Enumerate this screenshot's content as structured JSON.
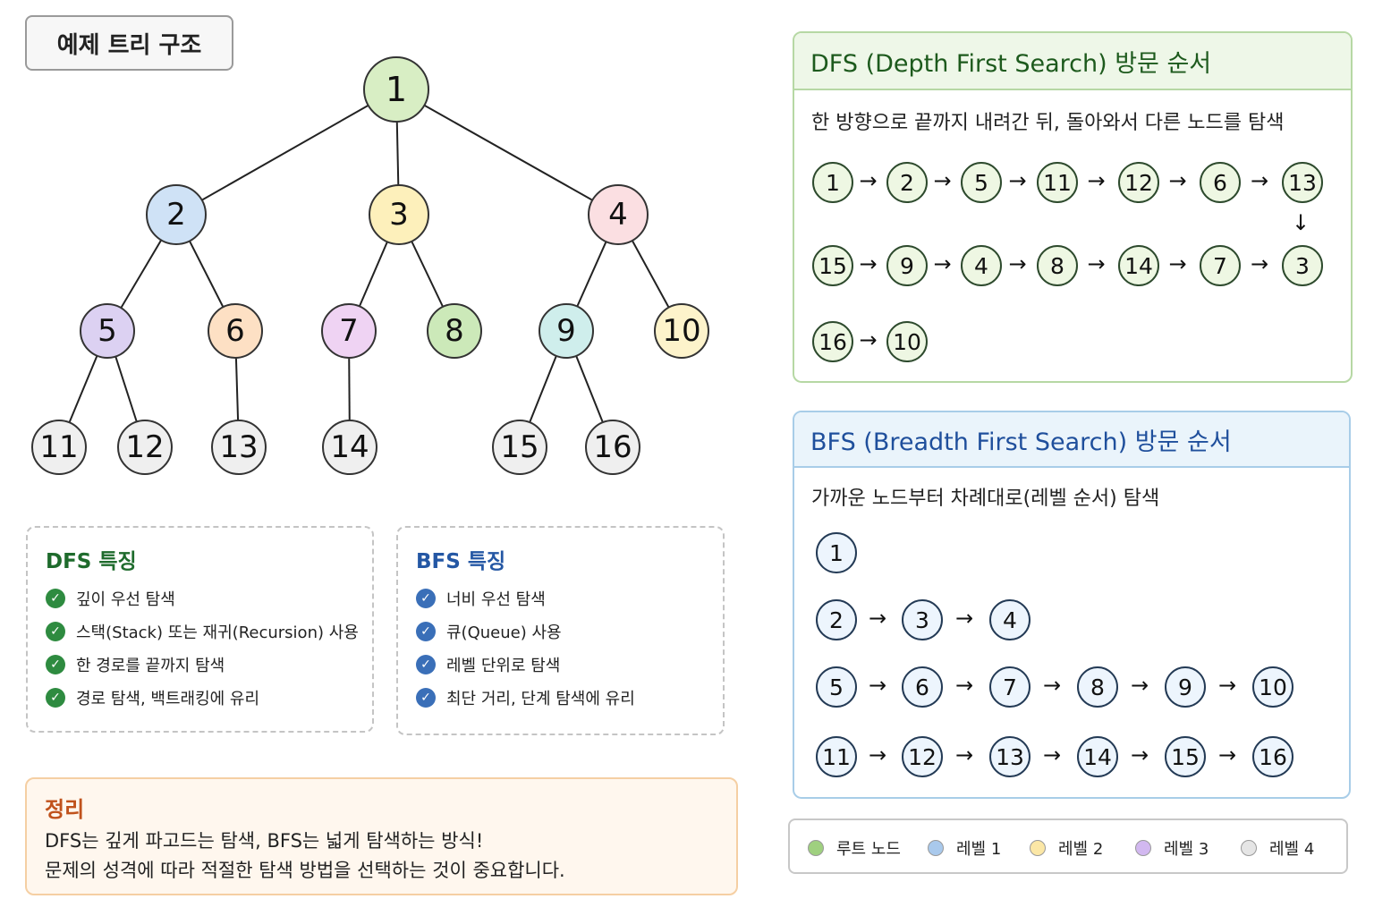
{
  "tree": {
    "title": "예제 트리 구조",
    "nodes": [
      {
        "id": "1",
        "color": "#d8eec4"
      },
      {
        "id": "2",
        "color": "#cfe2f6"
      },
      {
        "id": "3",
        "color": "#fdf0bb"
      },
      {
        "id": "4",
        "color": "#fbdfe2"
      },
      {
        "id": "5",
        "color": "#dcd1f2"
      },
      {
        "id": "6",
        "color": "#fde0c4"
      },
      {
        "id": "7",
        "color": "#efd3f3"
      },
      {
        "id": "8",
        "color": "#cce9b9"
      },
      {
        "id": "9",
        "color": "#cfeeec"
      },
      {
        "id": "10",
        "color": "#fdf3cb"
      },
      {
        "id": "11",
        "color": "#efefef"
      },
      {
        "id": "12",
        "color": "#efefef"
      },
      {
        "id": "13",
        "color": "#efefef"
      },
      {
        "id": "14",
        "color": "#efefef"
      },
      {
        "id": "15",
        "color": "#efefef"
      },
      {
        "id": "16",
        "color": "#efefef"
      }
    ],
    "edges": [
      [
        "1",
        "2"
      ],
      [
        "1",
        "3"
      ],
      [
        "1",
        "4"
      ],
      [
        "2",
        "5"
      ],
      [
        "2",
        "6"
      ],
      [
        "3",
        "7"
      ],
      [
        "3",
        "8"
      ],
      [
        "4",
        "9"
      ],
      [
        "4",
        "10"
      ],
      [
        "5",
        "11"
      ],
      [
        "5",
        "12"
      ],
      [
        "6",
        "13"
      ],
      [
        "7",
        "14"
      ],
      [
        "9",
        "15"
      ],
      [
        "9",
        "16"
      ]
    ]
  },
  "dfs": {
    "title": "DFS (Depth First Search)  방문 순서",
    "description": "한 방향으로 끝까지 내려간 뒤, 돌아와서 다른 노드를 탐색",
    "order": [
      "1",
      "2",
      "5",
      "11",
      "12",
      "6",
      "13",
      "15",
      "9",
      "4",
      "8",
      "14",
      "7",
      "3",
      "16",
      "10"
    ]
  },
  "bfs": {
    "title": "BFS (Breadth First Search)  방문 순서",
    "description": "가까운 노드부터 차례대로(레벨 순서) 탐색",
    "rows": [
      [
        "1"
      ],
      [
        "2",
        "3",
        "4"
      ],
      [
        "5",
        "6",
        "7",
        "8",
        "9",
        "10"
      ],
      [
        "11",
        "12",
        "13",
        "14",
        "15",
        "16"
      ]
    ]
  },
  "dfs_features": {
    "title": "DFS 특징",
    "items": [
      "깊이 우선 탐색",
      "스택(Stack) 또는 재귀(Recursion) 사용",
      "한 경로를 끝까지 탐색",
      "경로 탐색, 백트래킹에 유리"
    ]
  },
  "bfs_features": {
    "title": "BFS 특징",
    "items": [
      "너비 우선 탐색",
      "큐(Queue) 사용",
      "레벨 단위로 탐색",
      "최단 거리, 단계 탐색에 유리"
    ]
  },
  "summary": {
    "title": "정리",
    "line1": "DFS는 깊게 파고드는 탐색,  BFS는 넓게 탐색하는 방식!",
    "line2": "문제의 성격에 따라 적절한 탐색 방법을 선택하는 것이 중요합니다."
  },
  "legend": [
    {
      "label": "루트 노드",
      "color": "#9fd07f"
    },
    {
      "label": "레벨 1",
      "color": "#a9c9ec"
    },
    {
      "label": "레벨 2",
      "color": "#fbe7a6"
    },
    {
      "label": "레벨 3",
      "color": "#d2b8f0"
    },
    {
      "label": "레벨 4",
      "color": "#e5e5e5"
    }
  ],
  "arrow_right": "→",
  "arrow_down": "↓",
  "check_mark": "✓"
}
